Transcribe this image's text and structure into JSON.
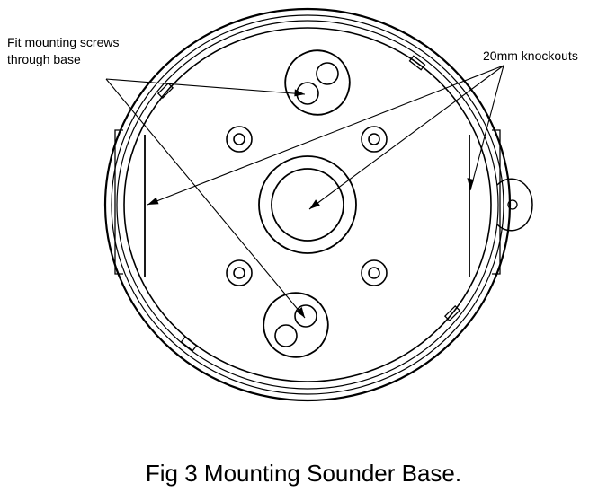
{
  "callouts": {
    "screws_line1": "Fit mounting screws",
    "screws_line2": "through base",
    "knockouts": "20mm knockouts"
  },
  "caption": "Fig 3 Mounting Sounder Base."
}
